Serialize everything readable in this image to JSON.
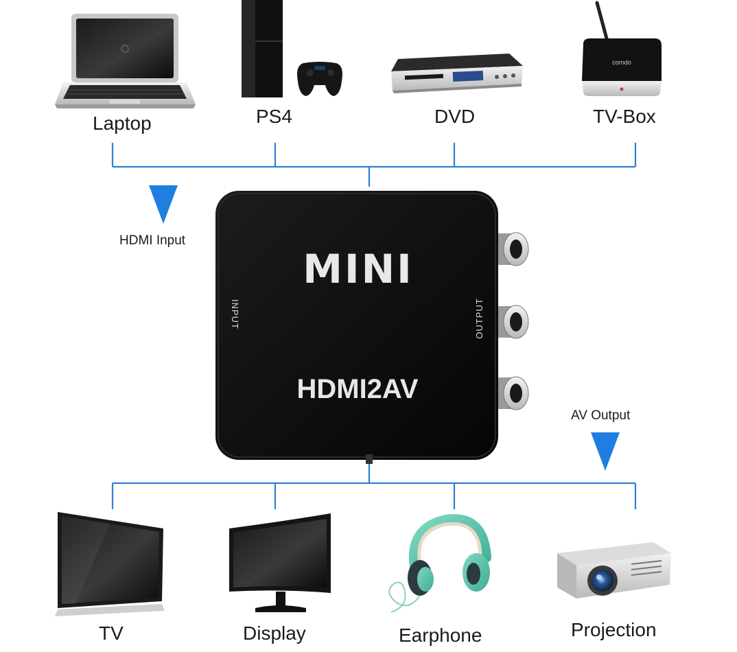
{
  "sources": [
    {
      "label": "Laptop",
      "icon": "laptop-icon"
    },
    {
      "label": "PS4",
      "icon": "game-console-icon"
    },
    {
      "label": "DVD",
      "icon": "dvd-player-icon"
    },
    {
      "label": "TV-Box",
      "icon": "tv-box-icon"
    }
  ],
  "outputs": [
    {
      "label": "TV",
      "icon": "tv-icon"
    },
    {
      "label": "Display",
      "icon": "monitor-icon"
    },
    {
      "label": "Earphone",
      "icon": "headphones-icon"
    },
    {
      "label": "Projection",
      "icon": "projector-icon"
    }
  ],
  "converter": {
    "brand": "MINI",
    "model": "HDMI2AV",
    "input_port_label": "INPUT",
    "output_port_label": "OUTPUT"
  },
  "flow": {
    "input_label": "HDMI Input",
    "output_label": "AV Output"
  },
  "colors": {
    "connector": "#2f7fd6",
    "arrow": "#1f7fe0",
    "device_body": "#111111"
  },
  "tv_box_logo": "corndo"
}
